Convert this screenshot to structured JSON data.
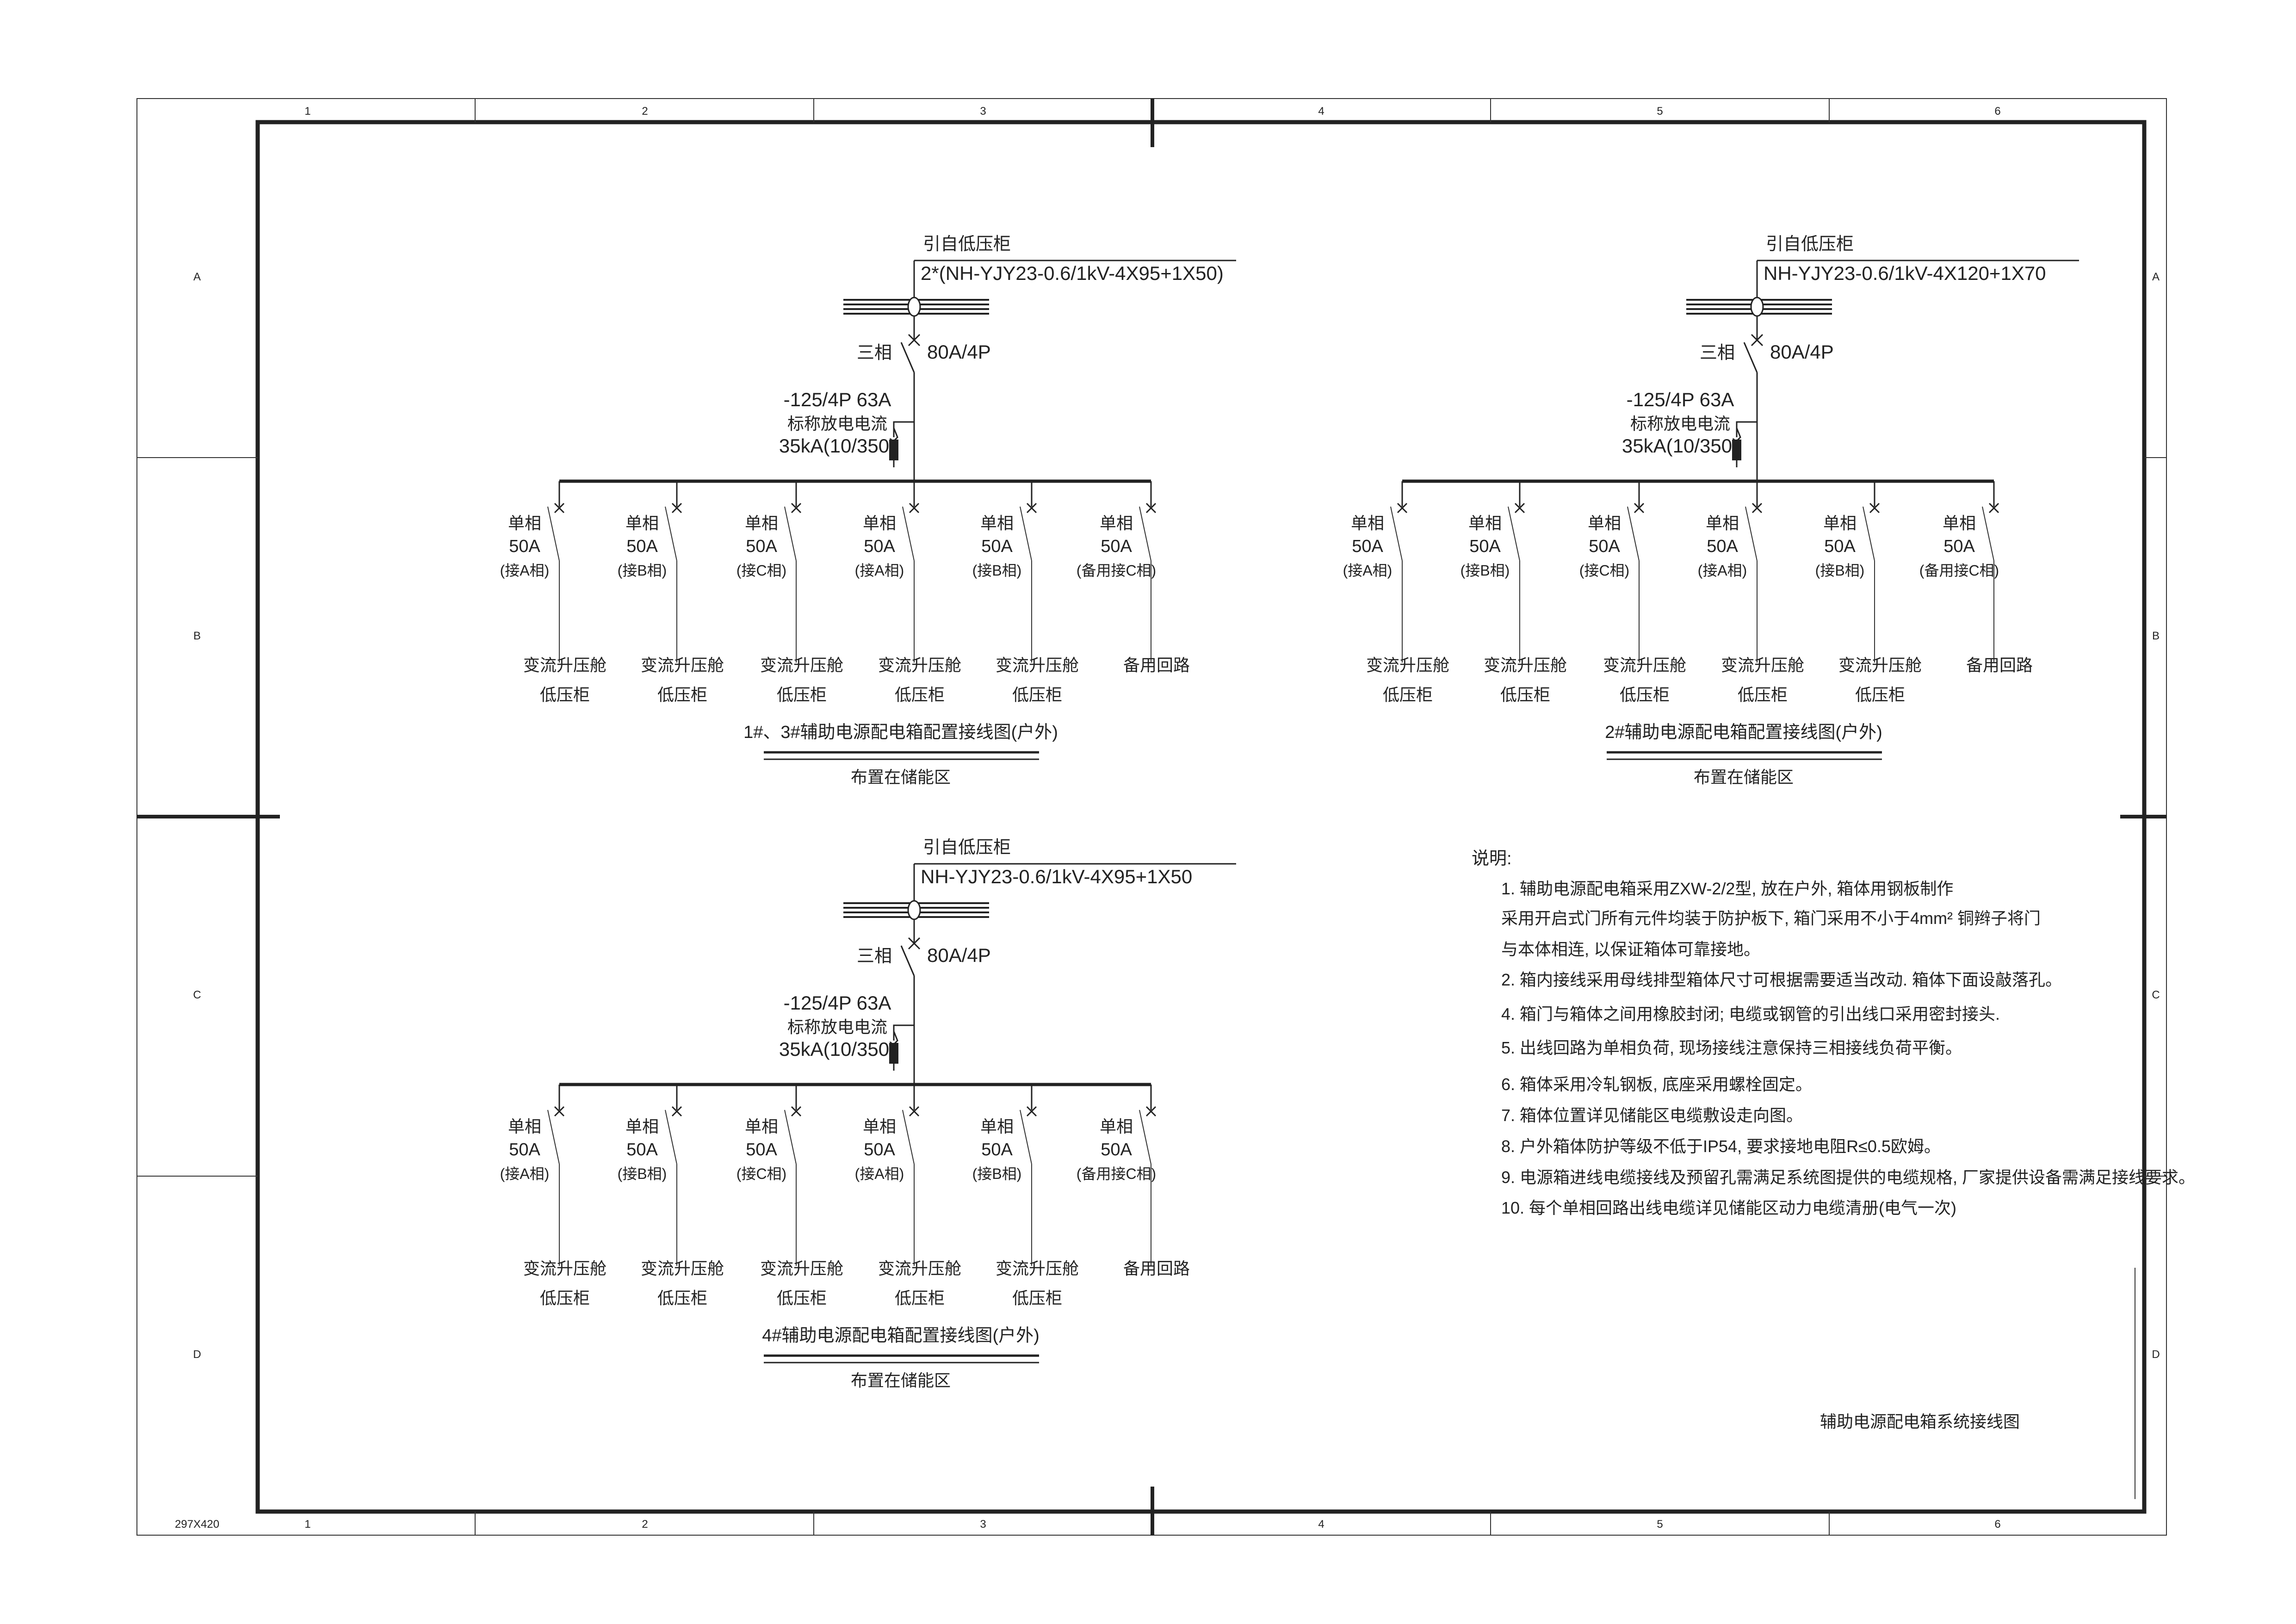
{
  "frame": {
    "columns": [
      "1",
      "2",
      "3",
      "4",
      "5",
      "6"
    ],
    "rows": [
      "A",
      "B",
      "C",
      "D"
    ],
    "sheet_size": "297X420",
    "drawing_title": "辅助电源配电箱系统接线图"
  },
  "diagrams": [
    {
      "source_label": "引自低压柜",
      "cable": "2*(NH-YJY23-0.6/1kV-4X95+1X50)",
      "main_breaker": {
        "phase": "三相",
        "rating": "80A/4P"
      },
      "spd": [
        "-125/4P 63A",
        "标称放电电流",
        "35kA(10/350)"
      ],
      "branches": [
        {
          "type": "单相",
          "rating": "50A",
          "phase": "(接A相)",
          "load": [
            "变流升压舱",
            "低压柜"
          ]
        },
        {
          "type": "单相",
          "rating": "50A",
          "phase": "(接B相)",
          "load": [
            "变流升压舱",
            "低压柜"
          ]
        },
        {
          "type": "单相",
          "rating": "50A",
          "phase": "(接C相)",
          "load": [
            "变流升压舱",
            "低压柜"
          ]
        },
        {
          "type": "单相",
          "rating": "50A",
          "phase": "(接A相)",
          "load": [
            "变流升压舱",
            "低压柜"
          ]
        },
        {
          "type": "单相",
          "rating": "50A",
          "phase": "(接B相)",
          "load": [
            "变流升压舱",
            "低压柜"
          ]
        },
        {
          "type": "单相",
          "rating": "50A",
          "phase": "(备用接C相)",
          "load": [
            "备用回路"
          ]
        }
      ],
      "title": "1#、3#辅助电源配电箱配置接线图(户外)",
      "location": "布置在储能区"
    },
    {
      "source_label": "引自低压柜",
      "cable": "NH-YJY23-0.6/1kV-4X120+1X70",
      "main_breaker": {
        "phase": "三相",
        "rating": "80A/4P"
      },
      "spd": [
        "-125/4P 63A",
        "标称放电电流",
        "35kA(10/350)"
      ],
      "branches": [
        {
          "type": "单相",
          "rating": "50A",
          "phase": "(接A相)",
          "load": [
            "变流升压舱",
            "低压柜"
          ]
        },
        {
          "type": "单相",
          "rating": "50A",
          "phase": "(接B相)",
          "load": [
            "变流升压舱",
            "低压柜"
          ]
        },
        {
          "type": "单相",
          "rating": "50A",
          "phase": "(接C相)",
          "load": [
            "变流升压舱",
            "低压柜"
          ]
        },
        {
          "type": "单相",
          "rating": "50A",
          "phase": "(接A相)",
          "load": [
            "变流升压舱",
            "低压柜"
          ]
        },
        {
          "type": "单相",
          "rating": "50A",
          "phase": "(接B相)",
          "load": [
            "变流升压舱",
            "低压柜"
          ]
        },
        {
          "type": "单相",
          "rating": "50A",
          "phase": "(备用接C相)",
          "load": [
            "备用回路"
          ]
        }
      ],
      "title": "2#辅助电源配电箱配置接线图(户外)",
      "location": "布置在储能区"
    },
    {
      "source_label": "引自低压柜",
      "cable": "NH-YJY23-0.6/1kV-4X95+1X50",
      "main_breaker": {
        "phase": "三相",
        "rating": "80A/4P"
      },
      "spd": [
        "-125/4P 63A",
        "标称放电电流",
        "35kA(10/350)"
      ],
      "branches": [
        {
          "type": "单相",
          "rating": "50A",
          "phase": "(接A相)",
          "load": [
            "变流升压舱",
            "低压柜"
          ]
        },
        {
          "type": "单相",
          "rating": "50A",
          "phase": "(接B相)",
          "load": [
            "变流升压舱",
            "低压柜"
          ]
        },
        {
          "type": "单相",
          "rating": "50A",
          "phase": "(接C相)",
          "load": [
            "变流升压舱",
            "低压柜"
          ]
        },
        {
          "type": "单相",
          "rating": "50A",
          "phase": "(接A相)",
          "load": [
            "变流升压舱",
            "低压柜"
          ]
        },
        {
          "type": "单相",
          "rating": "50A",
          "phase": "(接B相)",
          "load": [
            "变流升压舱",
            "低压柜"
          ]
        },
        {
          "type": "单相",
          "rating": "50A",
          "phase": "(备用接C相)",
          "load": [
            "备用回路"
          ]
        }
      ],
      "title": "4#辅助电源配电箱配置接线图(户外)",
      "location": "布置在储能区"
    }
  ],
  "notes": {
    "heading": "说明:",
    "lines": [
      "1. 辅助电源配电箱采用ZXW-2/2型, 放在户外, 箱体用钢板制作",
      "采用开启式门所有元件均装于防护板下, 箱门采用不小于4mm² 铜辫子将门",
      "与本体相连, 以保证箱体可靠接地。",
      "2. 箱内接线采用母线排型箱体尺寸可根据需要适当改动. 箱体下面设敲落孔。",
      "4. 箱门与箱体之间用橡胶封闭; 电缆或钢管的引出线口采用密封接头.",
      "5. 出线回路为单相负荷, 现场接线注意保持三相接线负荷平衡。",
      "6. 箱体采用冷轧钢板, 底座采用螺栓固定。",
      "7. 箱体位置详见储能区电缆敷设走向图。",
      "8. 户外箱体防护等级不低于IP54, 要求接地电阻R≤0.5欧姆。",
      "9. 电源箱进线电缆接线及预留孔需满足系统图提供的电缆规格, 厂家提供设备需满足接线要求。",
      "10. 每个单相回路出线电缆详见储能区动力电缆清册(电气一次)"
    ]
  }
}
